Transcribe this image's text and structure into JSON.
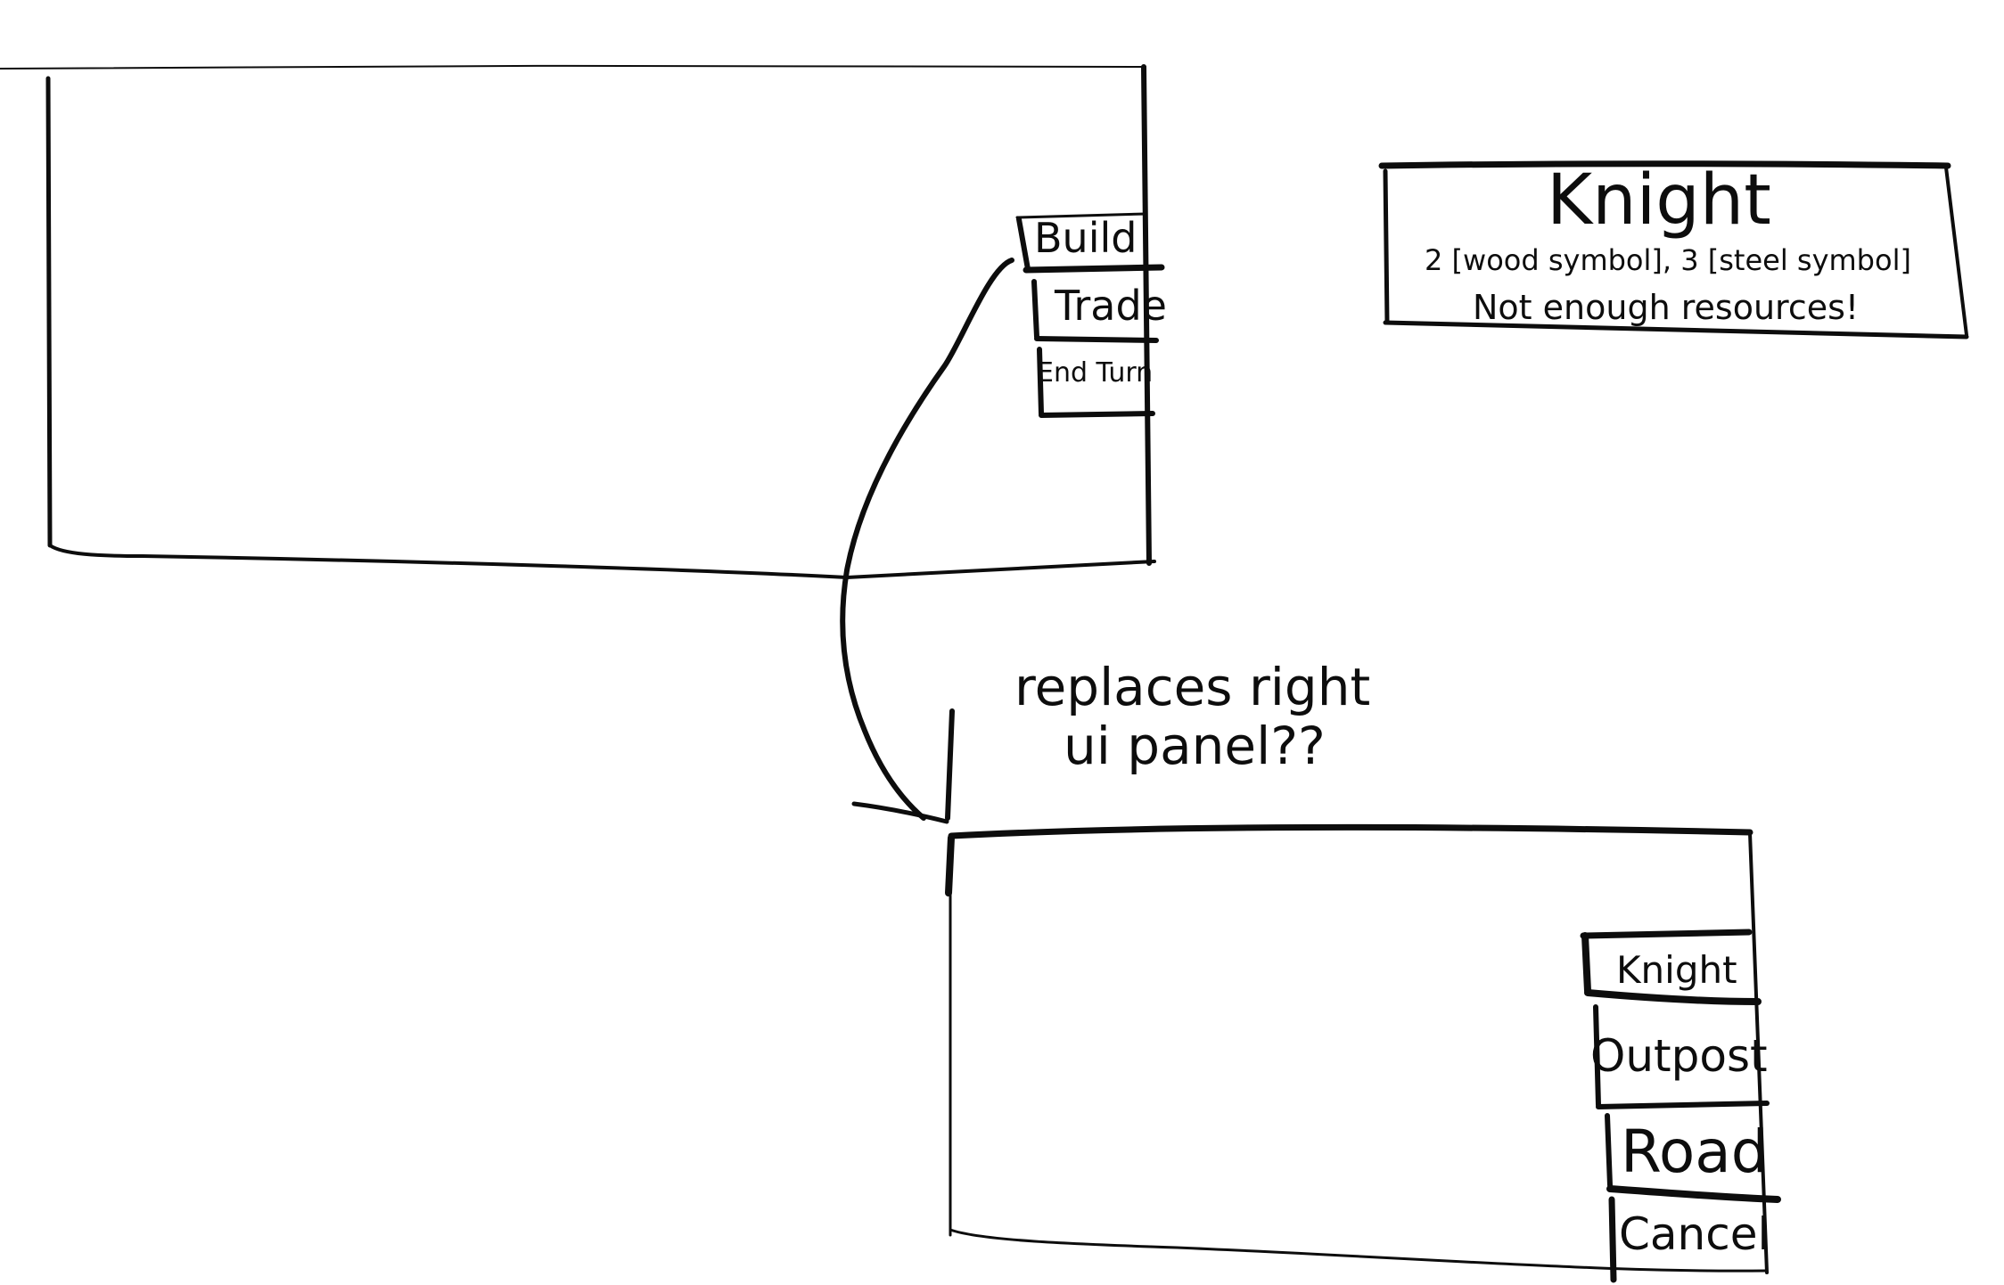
{
  "main_panel": {
    "buttons": {
      "build": "Build",
      "trade": "Trade",
      "end_turn": "End Turn"
    }
  },
  "tooltip": {
    "title": "Knight",
    "cost": "2 [wood symbol], 3 [steel symbol]",
    "message": "Not enough resources!"
  },
  "annotation": {
    "line1": "replaces right",
    "line2": "ui panel??"
  },
  "build_panel": {
    "buttons": {
      "knight": "Knight",
      "outpost": "Outpost",
      "road": "Road",
      "cancel": "Cancel"
    }
  },
  "colors": {
    "ink": "#0d0d0d",
    "paper": "#ffffff"
  }
}
